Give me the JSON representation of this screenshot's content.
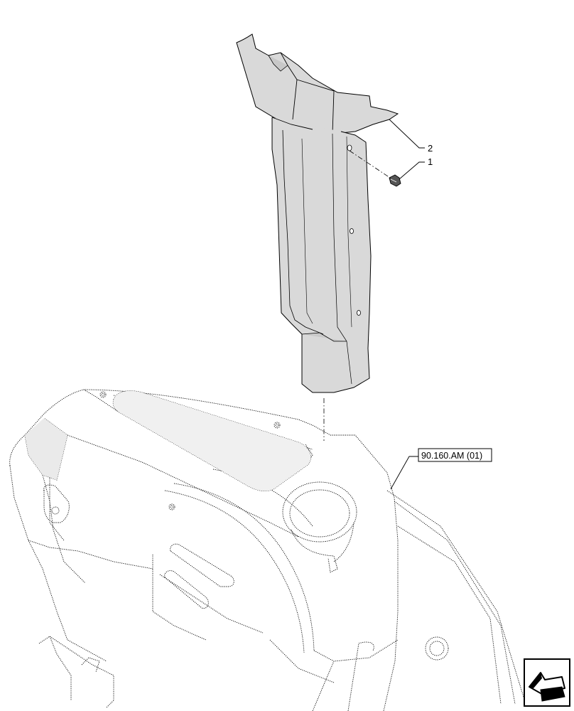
{
  "callouts": [
    {
      "id": "2",
      "label": "2"
    },
    {
      "id": "1",
      "label": "1"
    }
  ],
  "reference": {
    "label": "90.160.AM (01)"
  },
  "navigation": {
    "icon": "next-page-arrow-icon"
  },
  "colors": {
    "line": "#000000",
    "fill": "#ffffff",
    "shade": "#d9d9d9",
    "shade_light": "#eaeaea",
    "shade_dark": "#bdbdbd"
  }
}
